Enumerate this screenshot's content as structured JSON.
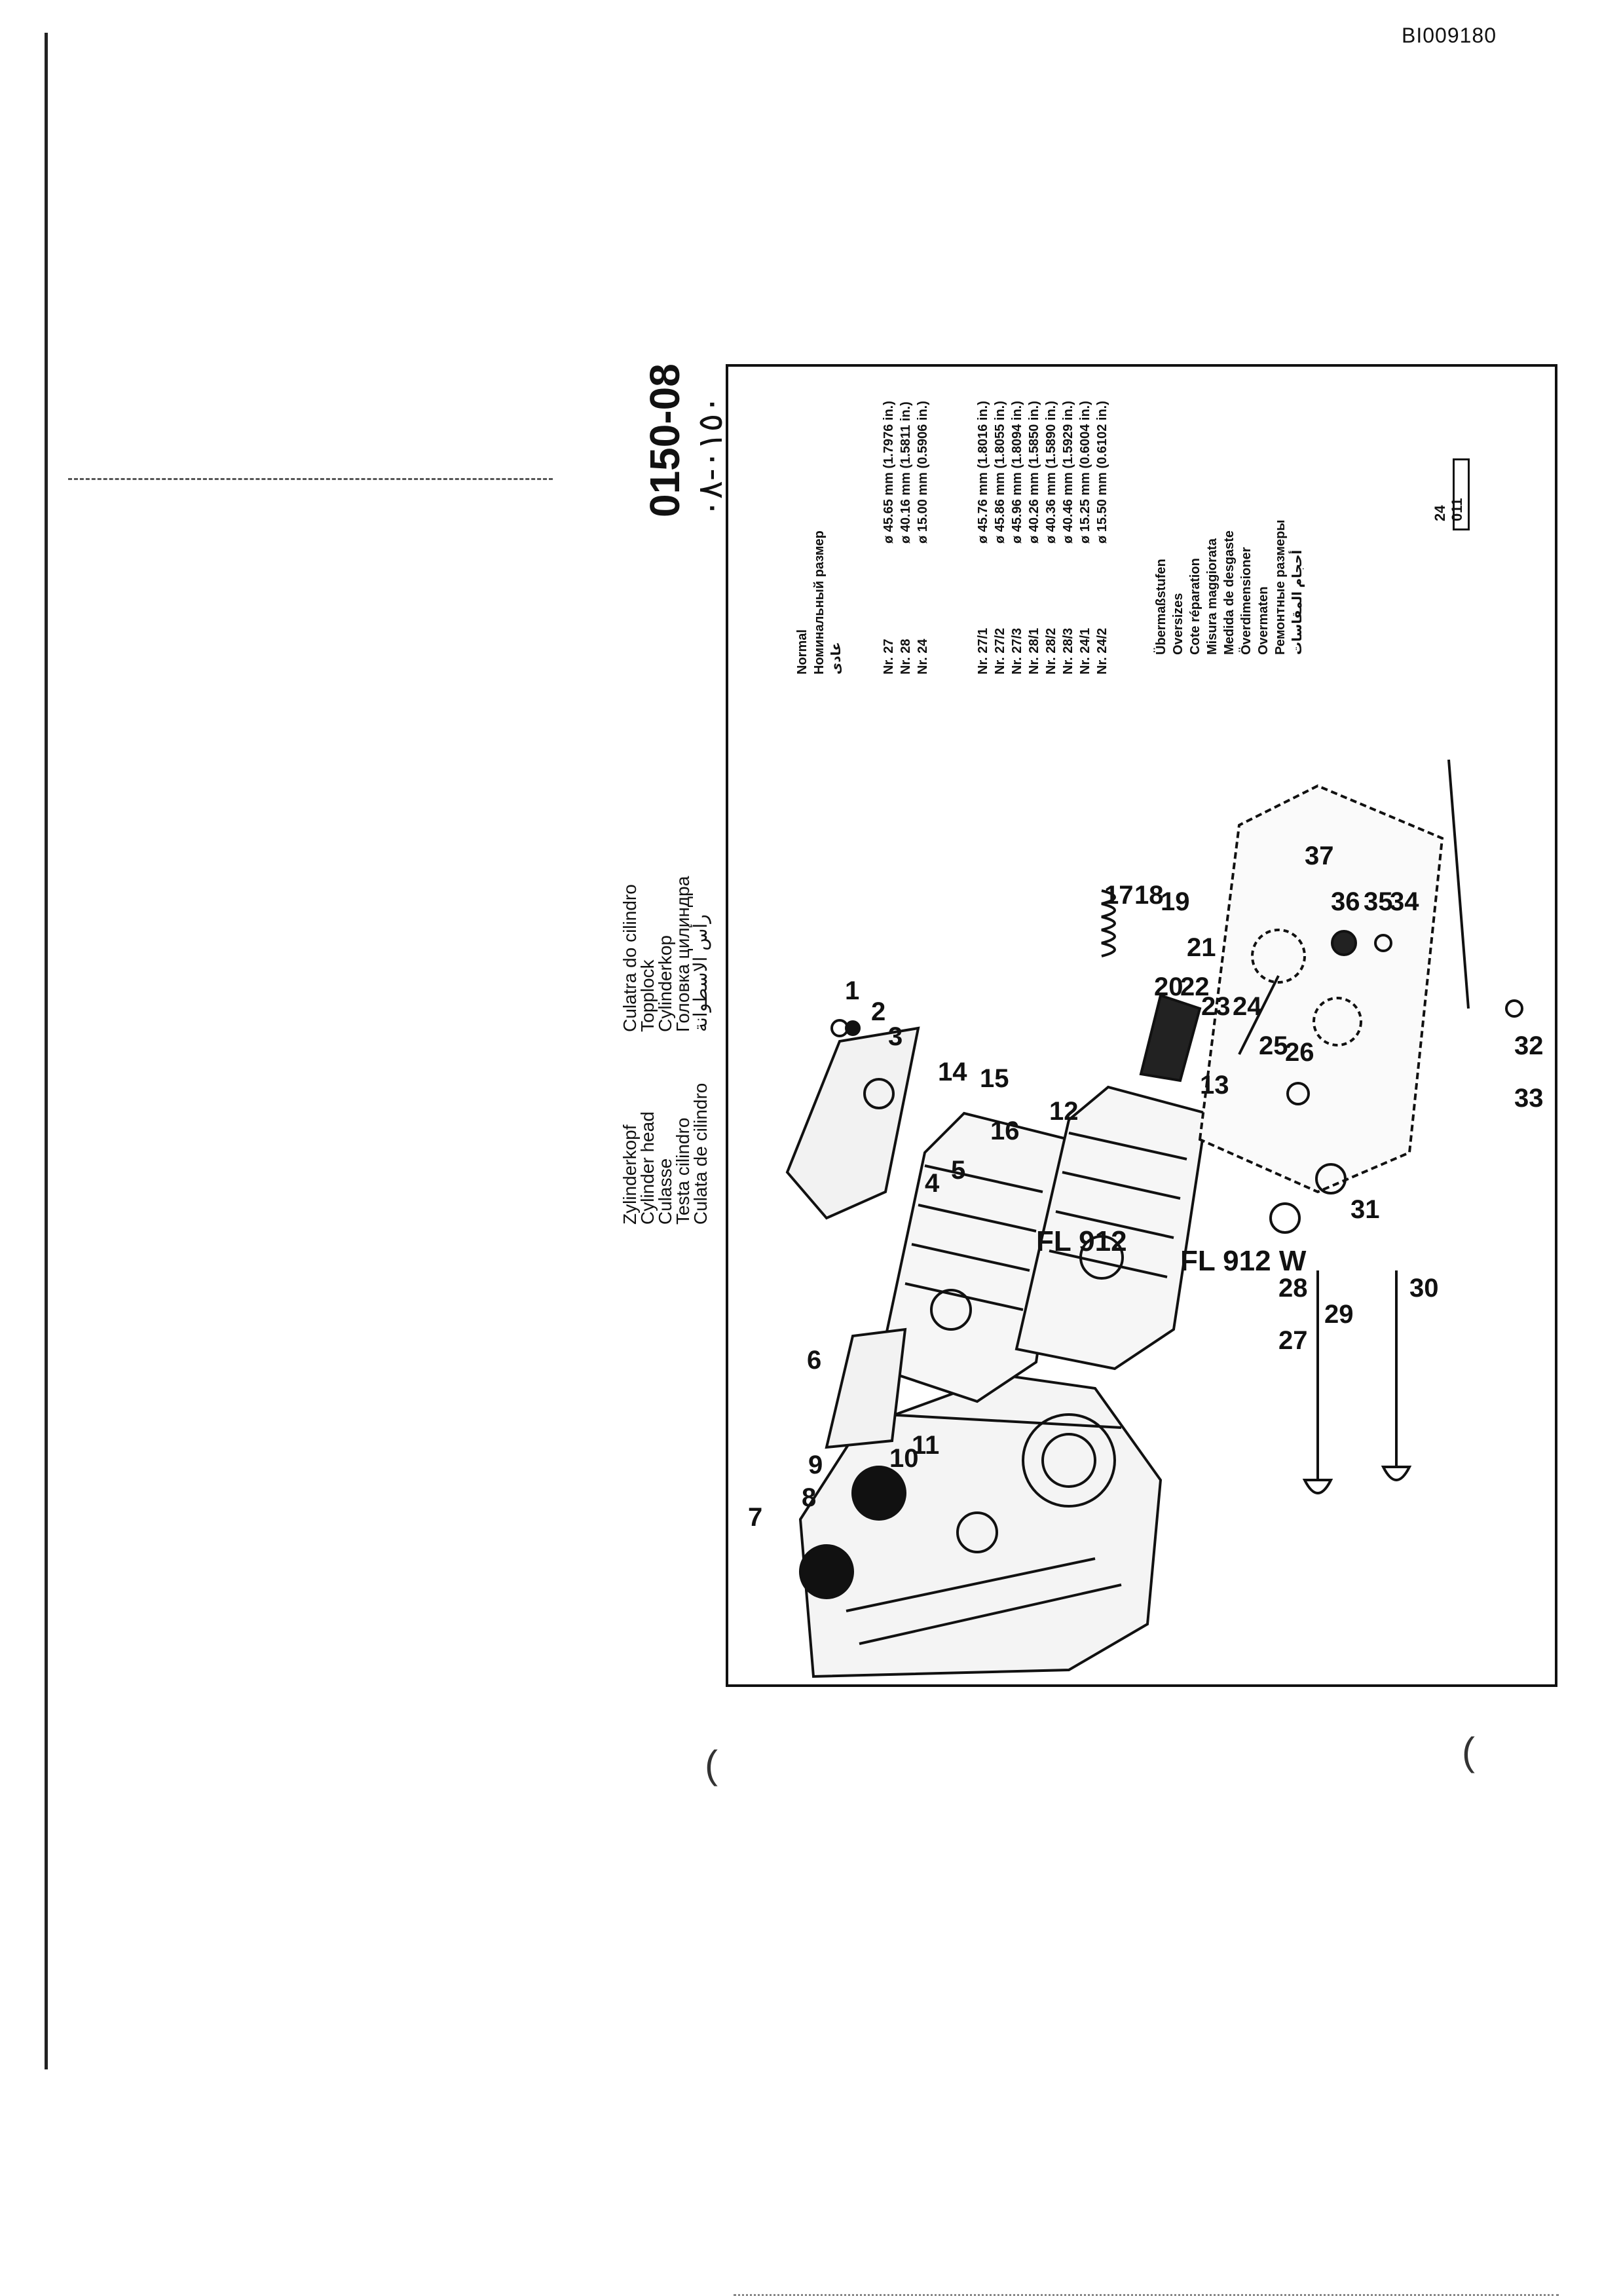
{
  "document": {
    "id_code": "BI009180",
    "part_number": "0150-08",
    "part_number_arabic": "٠١٥٠-٠٨",
    "reference_code": "24 011"
  },
  "titles": {
    "left_column": [
      "Zylinderkopf",
      "Cylinder head",
      "Culasse",
      "Testa cilindro",
      "Culata de cilindro"
    ],
    "right_column": [
      "Culatra do cilindro",
      "Topplock",
      "Cylinderkop",
      "Головка цилиндра",
      "رأس الاسطوانة"
    ]
  },
  "normal_size": {
    "labels": [
      "Normal",
      "Номинальный размер",
      "عادى"
    ],
    "rows": [
      {
        "nr": "Nr. 27",
        "value": "ø 45.65 mm (1.7976 in.)"
      },
      {
        "nr": "Nr. 28",
        "value": "ø 40.16 mm (1.5811 in.)"
      },
      {
        "nr": "Nr. 24",
        "value": "ø 15.00 mm (0.5906 in.)"
      }
    ]
  },
  "oversize": {
    "rows": [
      {
        "nr": "Nr. 27/1",
        "value": "ø 45.76 mm (1.8016 in.)"
      },
      {
        "nr": "Nr. 27/2",
        "value": "ø 45.86 mm (1.8055 in.)"
      },
      {
        "nr": "Nr. 27/3",
        "value": "ø 45.96 mm (1.8094 in.)"
      },
      {
        "nr": "Nr. 28/1",
        "value": "ø 40.26 mm (1.5850 in.)"
      },
      {
        "nr": "Nr. 28/2",
        "value": "ø 40.36 mm (1.5890 in.)"
      },
      {
        "nr": "Nr. 28/3",
        "value": "ø 40.46 mm (1.5929 in.)"
      },
      {
        "nr": "Nr. 24/1",
        "value": "ø 15.25 mm (0.6004 in.)"
      },
      {
        "nr": "Nr. 24/2",
        "value": "ø 15.50 mm (0.6102 in.)"
      }
    ],
    "labels": [
      "Übermaßstufen",
      "Oversizes",
      "Cote réparation",
      "Misura maggiorata",
      "Medida de desgaste",
      "Överdimensioner",
      "Overmaten",
      "Ремонтные размеры",
      "أحجام المقاسات"
    ]
  },
  "drawing": {
    "models": [
      "FL 912",
      "FL 912 W"
    ],
    "callouts": [
      "1",
      "2",
      "3",
      "4",
      "5",
      "6",
      "7",
      "8",
      "9",
      "10",
      "11",
      "12",
      "13",
      "14",
      "15",
      "16",
      "17",
      "18",
      "19",
      "20",
      "21",
      "22",
      "23",
      "24",
      "25",
      "26",
      "27",
      "28",
      "29",
      "30",
      "31",
      "32",
      "33",
      "34",
      "35",
      "36",
      "37"
    ]
  }
}
